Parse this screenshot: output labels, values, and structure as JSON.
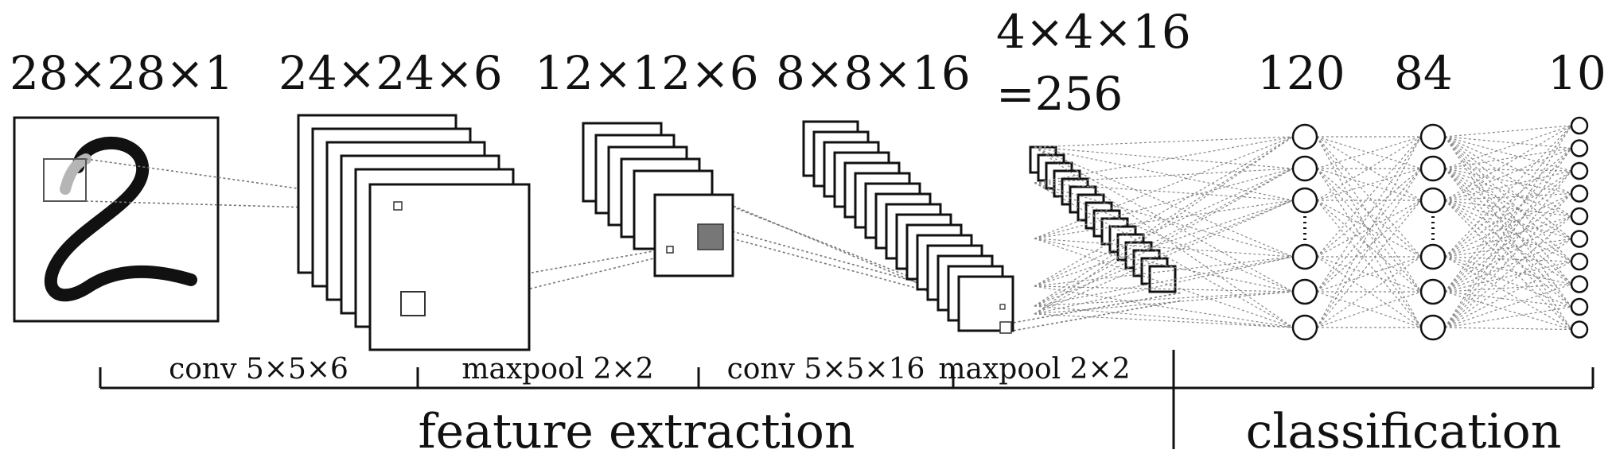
{
  "layer_dims": {
    "input": "28×28×1",
    "conv1": "24×24×6",
    "pool1": "12×12×6",
    "conv2": "8×8×16",
    "flatten_line1": "4×4×16",
    "flatten_line2": "=256",
    "fc1": "120",
    "fc2": "84",
    "output": "10"
  },
  "operations": {
    "conv1": "conv 5×5×6",
    "pool1": "maxpool 2×2",
    "conv2": "conv 5×5×16",
    "pool2": "maxpool 2×2"
  },
  "sections": {
    "feature_extraction": "feature extraction",
    "classification": "classification"
  },
  "input_image": {
    "digit": "2"
  },
  "dense_layers": {
    "fc1_visible_nodes": 6,
    "fc2_visible_nodes": 6,
    "output_visible_nodes": 10
  }
}
